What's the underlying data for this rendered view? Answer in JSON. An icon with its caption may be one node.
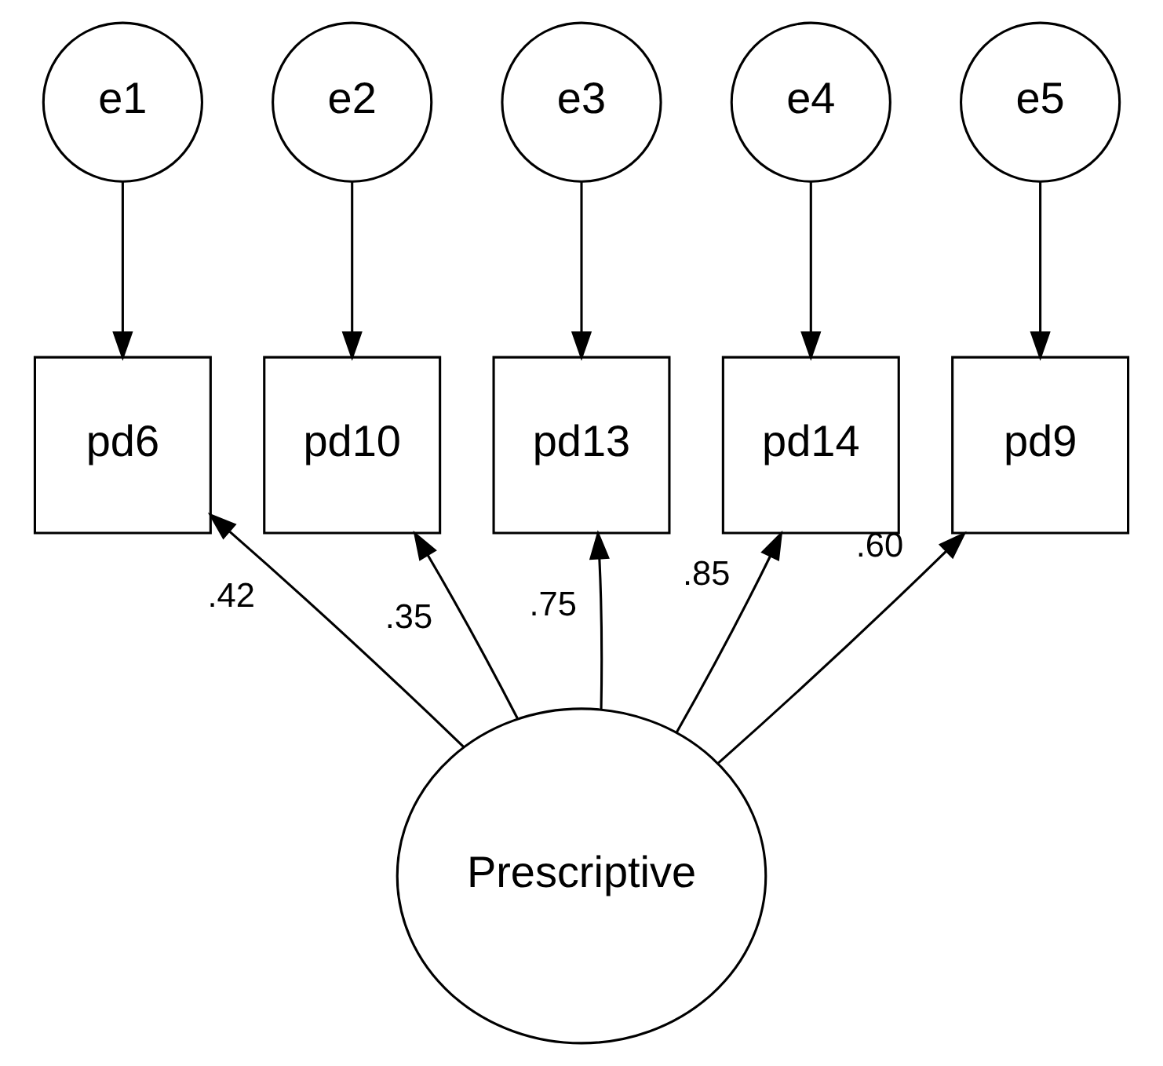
{
  "diagram": {
    "nodes": [
      {
        "text": [
          "e1"
        ]
      },
      {
        "text": [
          "e2"
        ]
      },
      {
        "text": [
          "e3"
        ]
      },
      {
        "text": [
          "e4"
        ]
      },
      {
        "text": [
          "e5"
        ]
      },
      {
        "text": [
          "pd6"
        ]
      },
      {
        "text": [
          "pd10"
        ]
      },
      {
        "text": [
          "pd13"
        ]
      },
      {
        "text": [
          "pd14"
        ]
      },
      {
        "text": [
          "pd9"
        ]
      },
      {
        "text": [
          "Prescriptive"
        ]
      }
    ],
    "edges": [
      {
        "from": 0,
        "to": 5,
        "arrow": "to"
      },
      {
        "from": 1,
        "to": 6,
        "arrow": "to"
      },
      {
        "from": 2,
        "to": 7,
        "arrow": "to"
      },
      {
        "from": 3,
        "to": 8,
        "arrow": "to"
      },
      {
        "from": 4,
        "to": 9,
        "arrow": "to"
      },
      {
        "from": 10,
        "to": 5,
        "arrow": "to",
        "label": ".42"
      },
      {
        "from": 10,
        "to": 6,
        "arrow": "to",
        "label": ".35"
      },
      {
        "from": 10,
        "to": 7,
        "arrow": "to",
        "label": ".75"
      },
      {
        "from": 10,
        "to": 8,
        "arrow": "to",
        "label": ".85"
      },
      {
        "from": 10,
        "to": 9,
        "arrow": "to",
        "label": ".60"
      }
    ]
  }
}
